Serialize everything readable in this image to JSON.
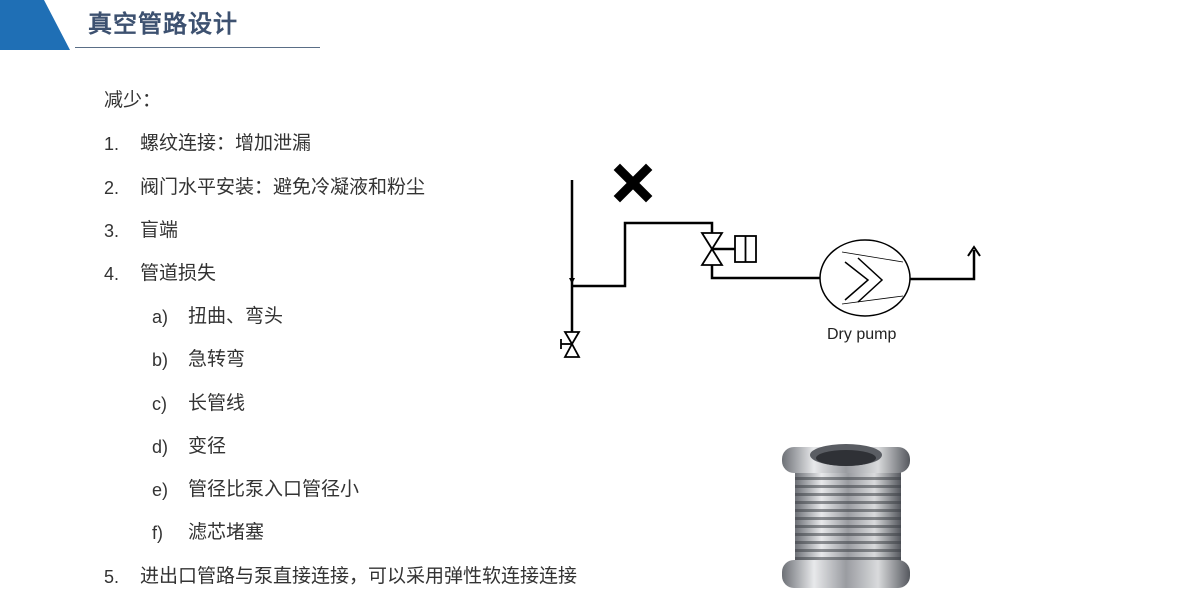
{
  "header": {
    "title": "真空管路设计"
  },
  "intro": "减少：",
  "items": [
    {
      "num": "1.",
      "text": "螺纹连接：增加泄漏"
    },
    {
      "num": "2.",
      "text": "阀门水平安装：避免冷凝液和粉尘"
    },
    {
      "num": "3.",
      "text": "盲端"
    },
    {
      "num": "4.",
      "text": "管道损失"
    }
  ],
  "subitems": [
    {
      "num": "a)",
      "text": "扭曲、弯头"
    },
    {
      "num": "b)",
      "text": "急转弯"
    },
    {
      "num": "c)",
      "text": "长管线"
    },
    {
      "num": "d)",
      "text": "变径"
    },
    {
      "num": "e)",
      "text": "管径比泵入口管径小"
    },
    {
      "num": "f)",
      "text": "滤芯堵塞"
    }
  ],
  "item5": {
    "num": "5.",
    "text": "进出口管路与泵直接连接，可以采用弹性软连接连接"
  },
  "diagram": {
    "pump_label": "Dry pump"
  },
  "colors": {
    "accent": "#1f6fb5",
    "title": "#3d5170"
  }
}
